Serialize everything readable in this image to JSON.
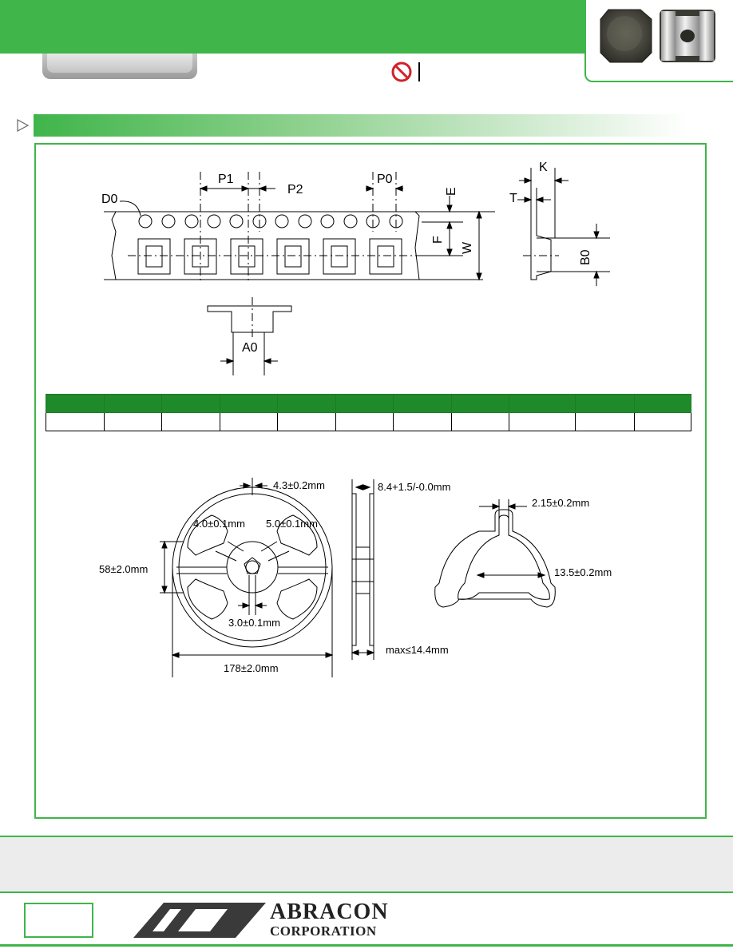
{
  "tape_drawing": {
    "labels": {
      "d0": "D0",
      "p1": "P1",
      "p2": "P2",
      "p0": "P0",
      "e": "E",
      "f": "F",
      "w": "W",
      "k": "K",
      "t": "T",
      "b0": "B0",
      "a0": "A0"
    }
  },
  "spec_table": {
    "column_count": 11,
    "row_count": 1
  },
  "reel_drawing": {
    "dims": {
      "slot": "4.3±0.2mm",
      "spoke_left": "4.0±0.1mm",
      "spoke_right": "5.0±0.1mm",
      "hub": "58±2.0mm",
      "center": "3.0±0.1mm",
      "outer": "178±2.0mm",
      "width": "8.4+1.5/-0.0mm",
      "max_width": "max≤14.4mm",
      "key": "2.15±0.2mm",
      "bore": "13.5±0.2mm"
    }
  },
  "logo": {
    "line1": "ABRACON",
    "line2": "CORPORATION"
  },
  "colors": {
    "brand_green": "#3fb54a",
    "table_header": "#1f8a2a",
    "no_symbol": "#d0222a"
  }
}
